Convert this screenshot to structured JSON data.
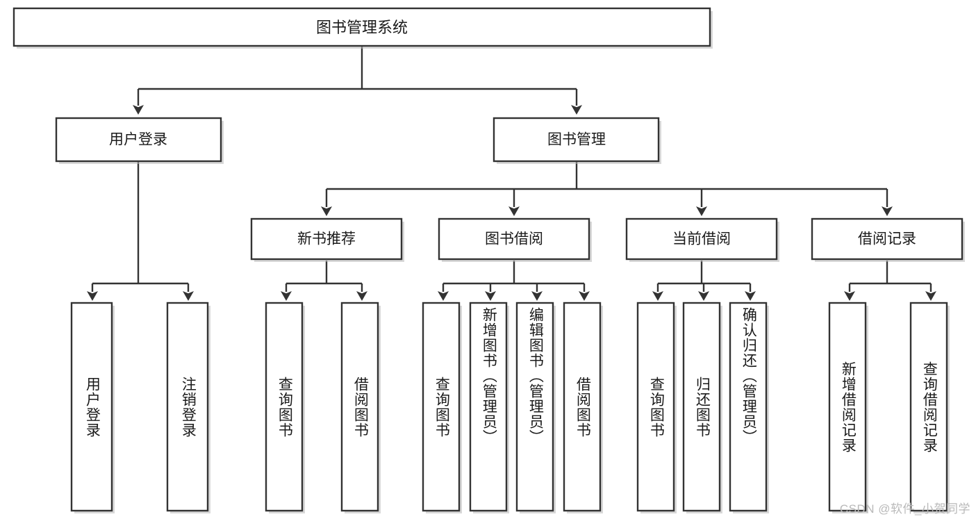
{
  "diagram": {
    "type": "tree-hierarchy",
    "title": "图书管理系统",
    "root": {
      "label": "图书管理系统",
      "orientation": "horizontal"
    },
    "level1": [
      {
        "label": "用户登录"
      },
      {
        "label": "图书管理"
      }
    ],
    "level2": [
      {
        "label": "新书推荐",
        "parent": "图书管理"
      },
      {
        "label": "图书借阅",
        "parent": "图书管理"
      },
      {
        "label": "当前借阅",
        "parent": "图书管理"
      },
      {
        "label": "借阅记录",
        "parent": "图书管理"
      }
    ],
    "leaves": [
      {
        "label": "用户登录",
        "parent": "用户登录",
        "orientation": "vertical"
      },
      {
        "label": "注销登录",
        "parent": "用户登录",
        "orientation": "vertical"
      },
      {
        "label": "查询图书",
        "parent": "新书推荐",
        "orientation": "vertical"
      },
      {
        "label": "借阅图书",
        "parent": "新书推荐",
        "orientation": "vertical"
      },
      {
        "label": "查询图书",
        "parent": "图书借阅",
        "orientation": "vertical"
      },
      {
        "label": "新增图书（管理员）",
        "parent": "图书借阅",
        "orientation": "vertical"
      },
      {
        "label": "编辑图书（管理员）",
        "parent": "图书借阅",
        "orientation": "vertical"
      },
      {
        "label": "借阅图书",
        "parent": "图书借阅",
        "orientation": "vertical"
      },
      {
        "label": "查询图书",
        "parent": "当前借阅",
        "orientation": "vertical"
      },
      {
        "label": "归还图书",
        "parent": "当前借阅",
        "orientation": "vertical"
      },
      {
        "label": "确认归还（管理员）",
        "parent": "当前借阅",
        "orientation": "vertical"
      },
      {
        "label": "新增借阅记录",
        "parent": "借阅记录",
        "orientation": "vertical"
      },
      {
        "label": "查询借阅记录",
        "parent": "借阅记录",
        "orientation": "vertical"
      }
    ],
    "colors": {
      "box_stroke": "#333333",
      "box_fill": "#ffffff",
      "connector": "#333333",
      "background": "#ffffff",
      "watermark": "#b9b9b9"
    }
  },
  "watermark": {
    "text": "CSDN @软件_小贺同学"
  }
}
